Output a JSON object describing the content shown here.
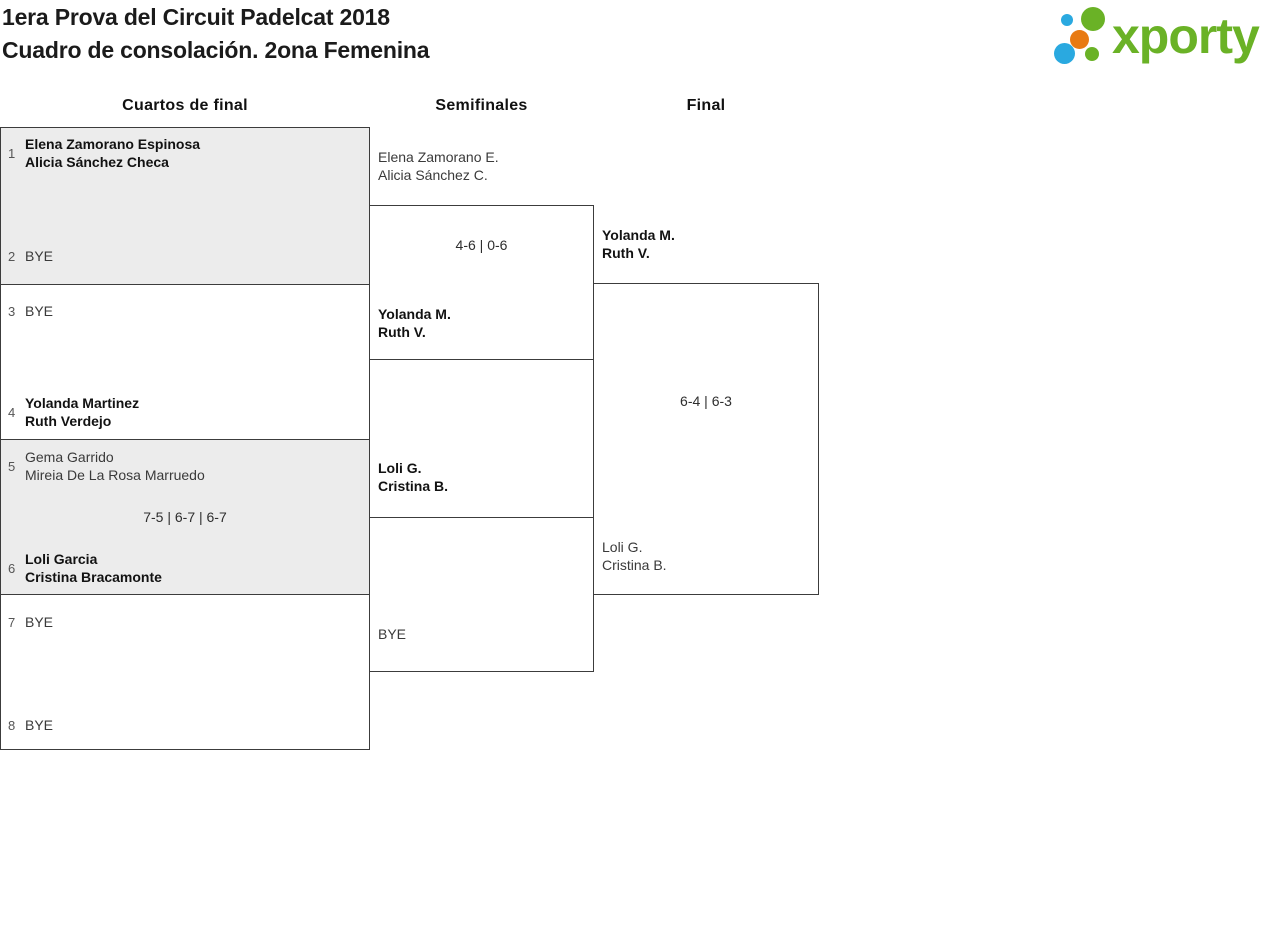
{
  "header": {
    "title_line1": "1era Prova del Circuit Padelcat 2018",
    "title_line2": "Cuadro de consolación. 2ona Femenina"
  },
  "logo": {
    "wordmark": "xporty",
    "colors": {
      "green": "#6ab226",
      "blue": "#2aa9e0",
      "orange": "#e87a12"
    }
  },
  "theme": {
    "shaded_box": "#ececec",
    "border": "#3c3c3c"
  },
  "column_headers": [
    "Cuartos de final",
    "Semifinales",
    "Final"
  ],
  "bracket": {
    "quarterfinals": [
      {
        "seed_top": "1",
        "team_top": [
          "Elena Zamorano Espinosa",
          "Alicia Sánchez Checa"
        ],
        "team_top_winner": true,
        "score": "",
        "seed_bottom": "2",
        "team_bottom": [
          "BYE"
        ],
        "team_bottom_winner": false
      },
      {
        "seed_top": "3",
        "team_top": [
          "BYE"
        ],
        "team_top_winner": false,
        "score": "",
        "seed_bottom": "4",
        "team_bottom": [
          "Yolanda Martinez",
          "Ruth Verdejo"
        ],
        "team_bottom_winner": true
      },
      {
        "seed_top": "5",
        "team_top": [
          "Gema Garrido",
          "Mireia De La Rosa Marruedo"
        ],
        "team_top_winner": false,
        "score": "7-5 | 6-7 | 6-7",
        "seed_bottom": "6",
        "team_bottom": [
          "Loli Garcia",
          "Cristina Bracamonte"
        ],
        "team_bottom_winner": true
      },
      {
        "seed_top": "7",
        "team_top": [
          "BYE"
        ],
        "team_top_winner": false,
        "score": "",
        "seed_bottom": "8",
        "team_bottom": [
          "BYE"
        ],
        "team_bottom_winner": false
      }
    ],
    "semifinals": [
      {
        "team_top": [
          "Elena Zamorano E.",
          "Alicia Sánchez C."
        ],
        "team_top_winner": false,
        "score": "4-6 | 0-6",
        "team_bottom": [
          "Yolanda M.",
          "Ruth V."
        ],
        "team_bottom_winner": true
      },
      {
        "team_top": [
          "Loli G.",
          "Cristina B."
        ],
        "team_top_winner": true,
        "score": "",
        "team_bottom": [
          "BYE"
        ],
        "team_bottom_winner": false
      }
    ],
    "final": {
      "team_top": [
        "Yolanda M.",
        "Ruth V."
      ],
      "team_top_winner": true,
      "score": "6-4 | 6-3",
      "team_bottom": [
        "Loli G.",
        "Cristina B."
      ],
      "team_bottom_winner": false
    }
  }
}
